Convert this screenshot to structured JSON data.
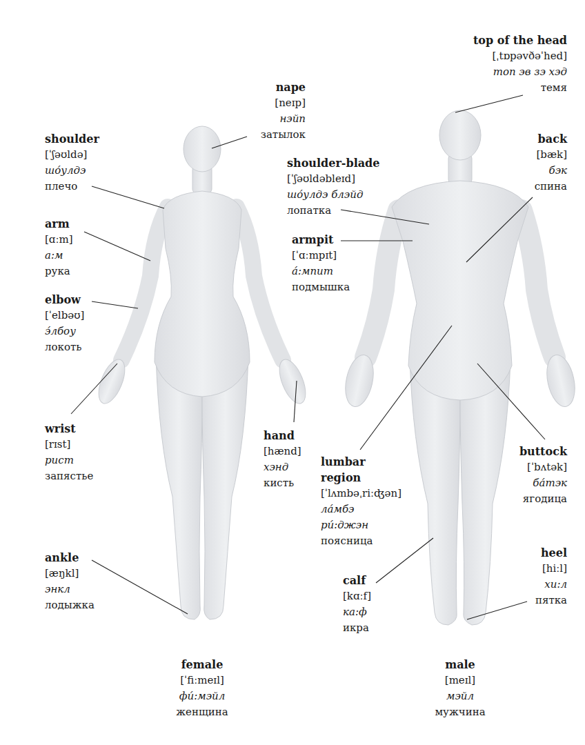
{
  "diagram": {
    "labels": [
      "top of the head",
      "[ˌtɒpəvðəˈhed]",
      "топ эв зэ хэд",
      "темя",
      "nape",
      "[neɪp]",
      "нэйп",
      "затылок",
      "shoulder",
      "[ˈʃəʊldə]",
      "шо́улдэ",
      "плечо",
      "back",
      "[bæk]",
      "бэк",
      "спина",
      "shoulder-blade",
      "[ˈʃəʊldəbleɪd]",
      "шо́улдэ блэйд",
      "лопатка",
      "armpit",
      "[ˈɑːmpɪt]",
      "а́:мпит",
      "подмышка",
      "arm",
      "[ɑːm]",
      "а:м",
      "рука",
      "elbow",
      "[ˈelbəʊ]",
      "э́лбоу",
      "локоть",
      "wrist",
      "[rɪst]",
      "рист",
      "запястье",
      "hand",
      "[hænd]",
      "хэнд",
      "кисть",
      "lumbar region",
      "[ˈlʌmbəˌriːʤən]",
      "ла́мбэ ри́:джэн",
      "поясница",
      "buttock",
      "[ˈbʌtək]",
      "ба́тэк",
      "ягодица",
      "ankle",
      "[æŋkl]",
      "энкл",
      "лодыжка",
      "calf",
      "[kɑːf]",
      "ка:ф",
      "икра",
      "heel",
      "[hiːl]",
      "хи:л",
      "пятка",
      "female",
      "[ˈfiːmeɪl]",
      "фи́:мэйл",
      "женщина",
      "male",
      "[meɪl]",
      "мэйл",
      "мужчина"
    ]
  }
}
